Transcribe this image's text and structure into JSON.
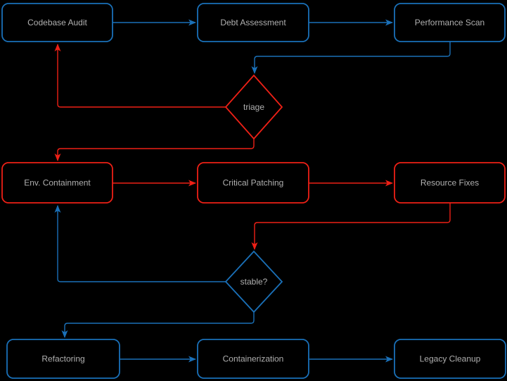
{
  "diagram": {
    "title": "technical-debt remediation flowchart",
    "background": "#000000",
    "colors": {
      "blue": "#1a70b8",
      "red": "#ee2016",
      "text": "#b0b0b0",
      "node_fill": "#000000"
    },
    "nodes": [
      {
        "id": "codebase-audit",
        "label": "Codebase Audit",
        "type": "process",
        "stroke": "blue"
      },
      {
        "id": "debt-assessment",
        "label": "Debt Assessment",
        "type": "process",
        "stroke": "blue"
      },
      {
        "id": "performance-scan",
        "label": "Performance Scan",
        "type": "process",
        "stroke": "blue"
      },
      {
        "id": "triage",
        "label": "triage",
        "type": "decision",
        "stroke": "red"
      },
      {
        "id": "env-containment",
        "label": "Env. Containment",
        "type": "process",
        "stroke": "red"
      },
      {
        "id": "critical-patching",
        "label": "Critical Patching",
        "type": "process",
        "stroke": "red"
      },
      {
        "id": "resource-fixes",
        "label": "Resource Fixes",
        "type": "process",
        "stroke": "red"
      },
      {
        "id": "stable",
        "label": "stable?",
        "type": "decision",
        "stroke": "blue"
      },
      {
        "id": "refactoring",
        "label": "Refactoring",
        "type": "process",
        "stroke": "blue"
      },
      {
        "id": "containerization",
        "label": "Containerization",
        "type": "process",
        "stroke": "blue"
      },
      {
        "id": "legacy-cleanup",
        "label": "Legacy Cleanup",
        "type": "process",
        "stroke": "blue"
      }
    ],
    "edges": [
      {
        "from": "codebase-audit",
        "to": "debt-assessment",
        "color": "blue"
      },
      {
        "from": "debt-assessment",
        "to": "performance-scan",
        "color": "blue"
      },
      {
        "from": "performance-scan",
        "to": "triage",
        "color": "blue"
      },
      {
        "from": "triage",
        "to": "codebase-audit",
        "color": "red"
      },
      {
        "from": "triage",
        "to": "env-containment",
        "color": "red"
      },
      {
        "from": "env-containment",
        "to": "critical-patching",
        "color": "red"
      },
      {
        "from": "critical-patching",
        "to": "resource-fixes",
        "color": "red"
      },
      {
        "from": "resource-fixes",
        "to": "stable",
        "color": "red"
      },
      {
        "from": "stable",
        "to": "env-containment",
        "color": "blue"
      },
      {
        "from": "stable",
        "to": "refactoring",
        "color": "blue"
      },
      {
        "from": "refactoring",
        "to": "containerization",
        "color": "blue"
      },
      {
        "from": "containerization",
        "to": "legacy-cleanup",
        "color": "blue"
      }
    ]
  }
}
